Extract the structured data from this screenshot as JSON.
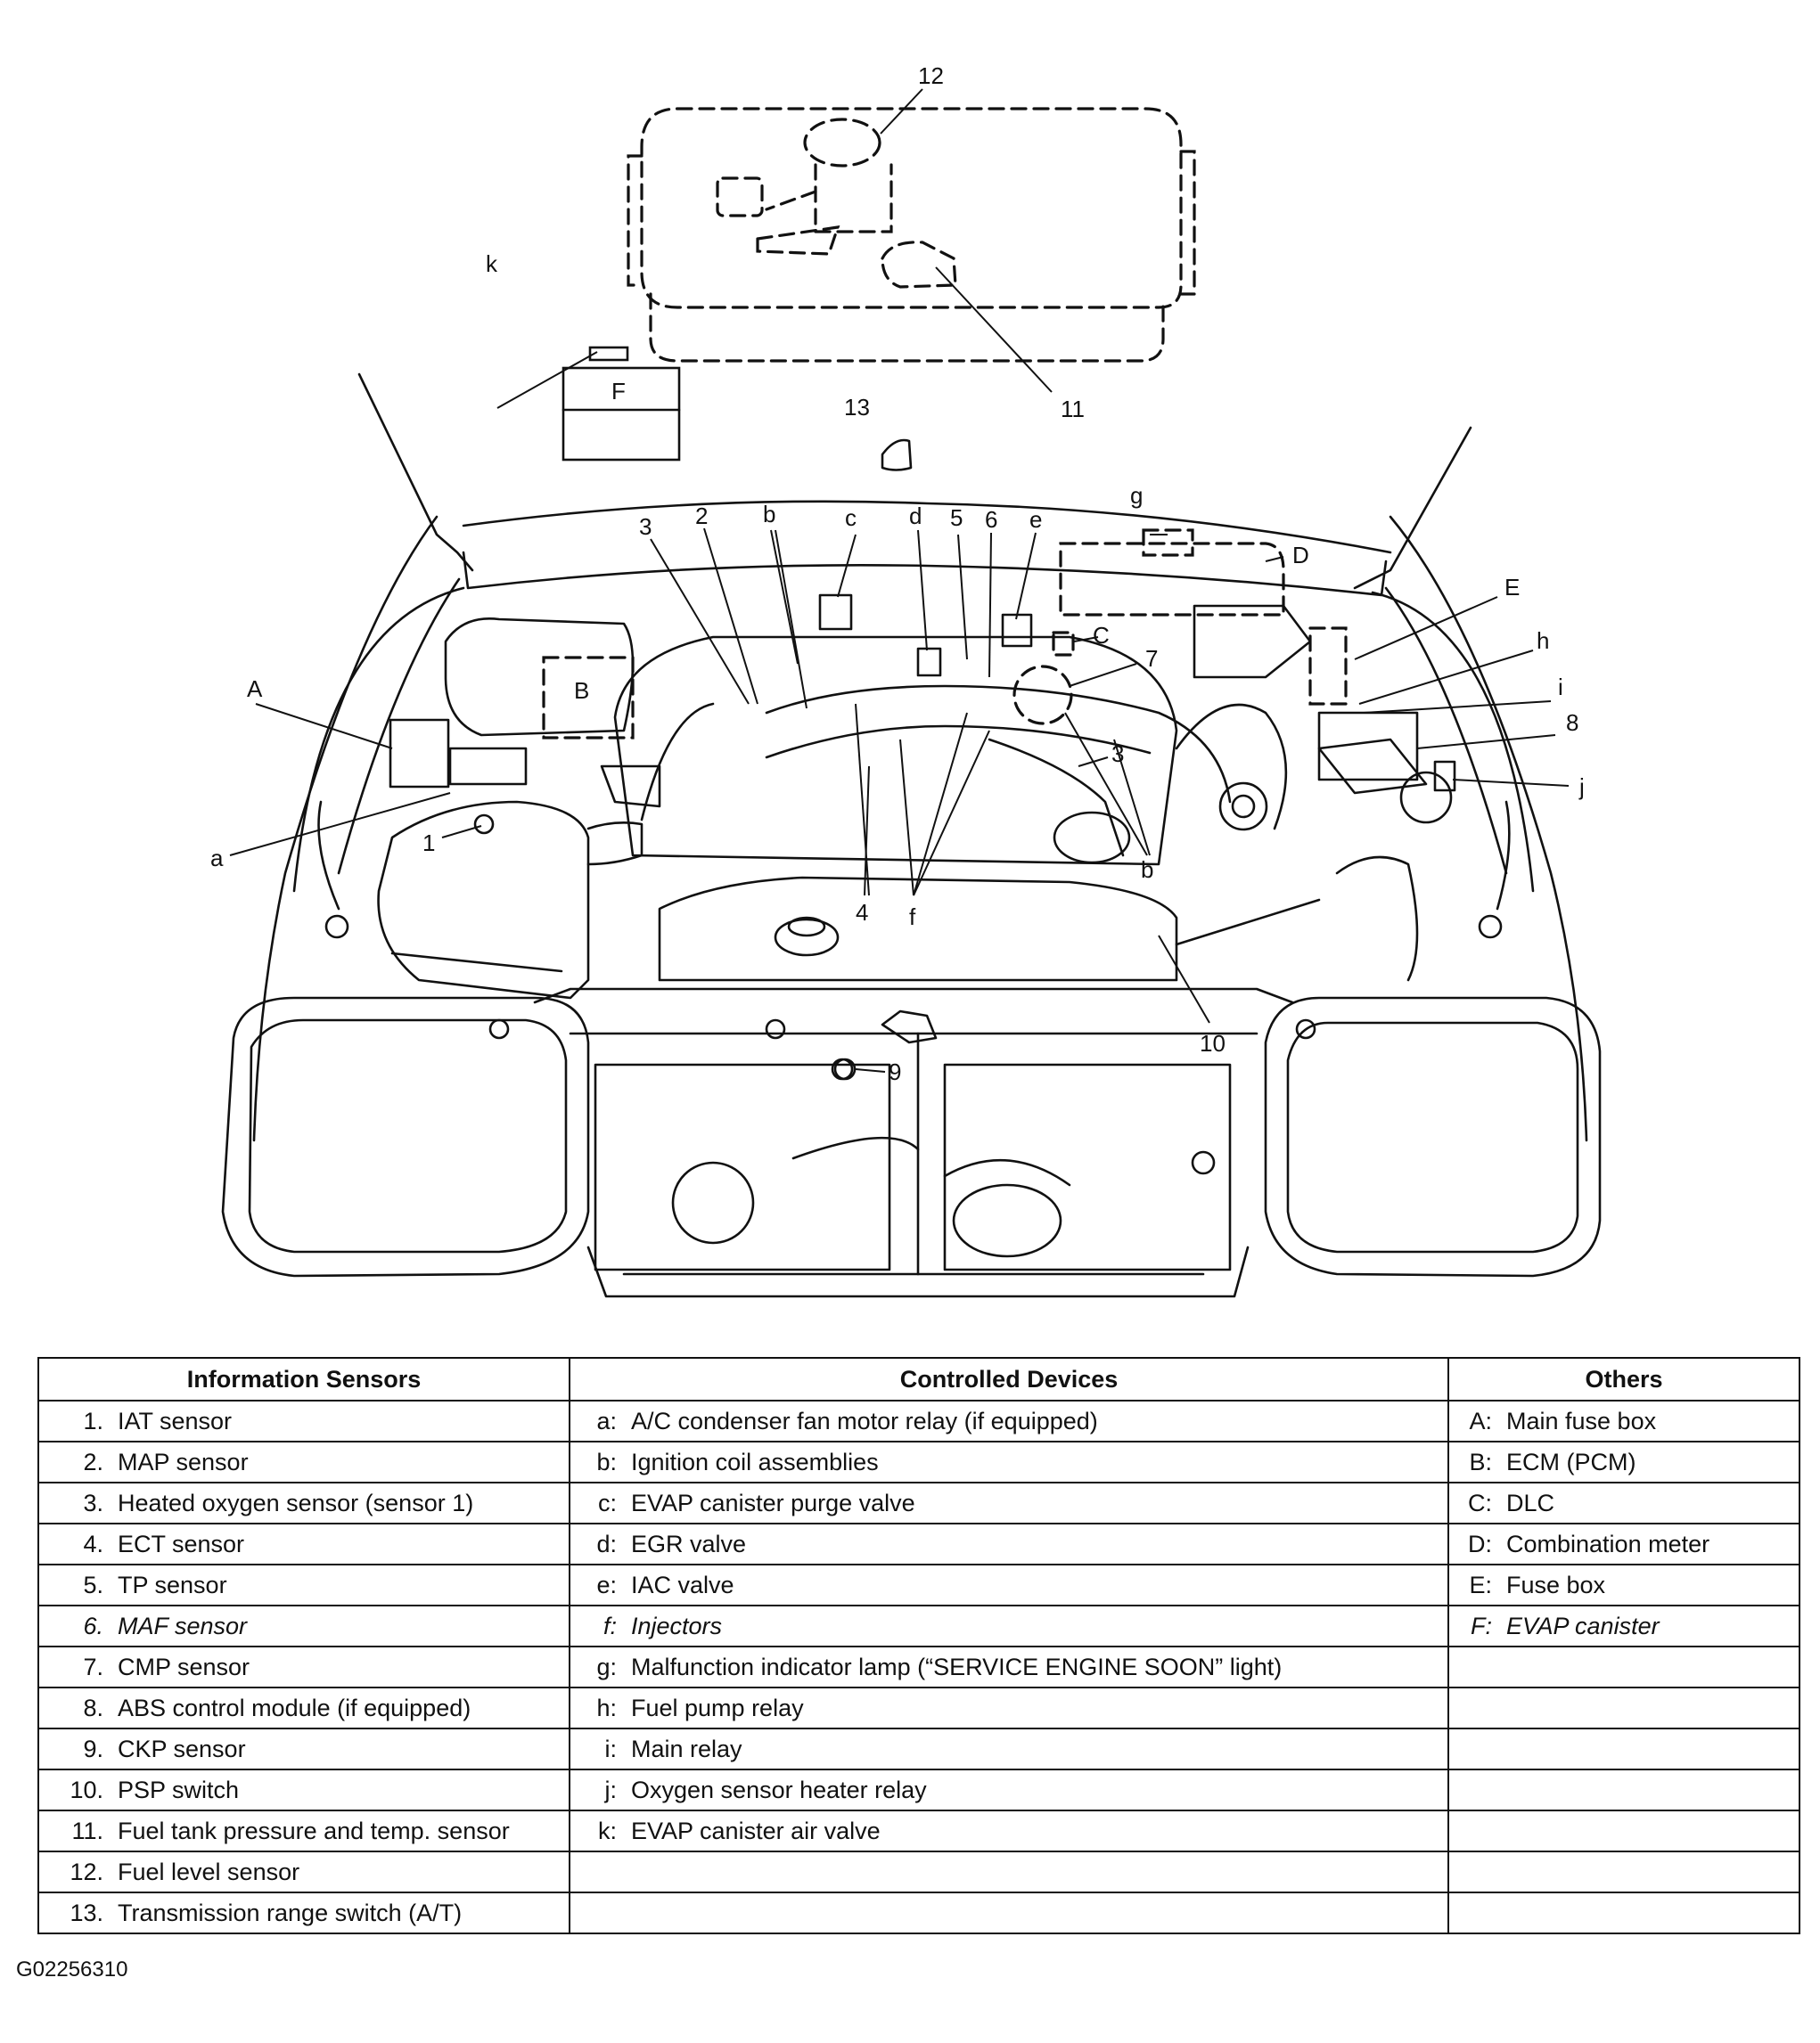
{
  "figure_id": "G02256310",
  "callouts": {
    "n1": "1",
    "n2": "2",
    "n3a": "3",
    "n3b": "3",
    "n4": "4",
    "n5": "5",
    "n6": "6",
    "n7": "7",
    "n8": "8",
    "n9": "9",
    "n10": "10",
    "n11": "11",
    "n12": "12",
    "n13": "13",
    "A": "A",
    "B": "B",
    "C": "C",
    "D": "D",
    "E": "E",
    "F": "F",
    "a": "a",
    "b1": "b",
    "b2": "b",
    "c": "c",
    "d": "d",
    "e": "e",
    "f": "f",
    "g": "g",
    "h": "h",
    "i": "i",
    "j": "j",
    "k": "k"
  },
  "table": {
    "headers": [
      "Information Sensors",
      "Controlled Devices",
      "Others"
    ],
    "rows": [
      [
        {
          "k": "1.",
          "t": "IAT sensor"
        },
        {
          "k": "a:",
          "t": "A/C condenser fan motor relay (if equipped)"
        },
        {
          "k": "A:",
          "t": "Main fuse box"
        }
      ],
      [
        {
          "k": "2.",
          "t": "MAP sensor"
        },
        {
          "k": "b:",
          "t": "Ignition coil assemblies"
        },
        {
          "k": "B:",
          "t": "ECM (PCM)"
        }
      ],
      [
        {
          "k": "3.",
          "t": "Heated oxygen sensor (sensor 1)"
        },
        {
          "k": "c:",
          "t": "EVAP canister purge valve"
        },
        {
          "k": "C:",
          "t": "DLC"
        }
      ],
      [
        {
          "k": "4.",
          "t": "ECT sensor"
        },
        {
          "k": "d:",
          "t": "EGR valve"
        },
        {
          "k": "D:",
          "t": "Combination meter"
        }
      ],
      [
        {
          "k": "5.",
          "t": "TP sensor"
        },
        {
          "k": "e:",
          "t": "IAC valve"
        },
        {
          "k": "E:",
          "t": "Fuse box"
        }
      ],
      [
        {
          "k": "6.",
          "t": "MAF sensor"
        },
        {
          "k": "f:",
          "t": "Injectors"
        },
        {
          "k": "F:",
          "t": "EVAP canister"
        }
      ],
      [
        {
          "k": "7.",
          "t": "CMP sensor"
        },
        {
          "k": "g:",
          "t": "Malfunction indicator lamp (“SERVICE ENGINE SOON” light)"
        },
        {
          "k": "",
          "t": ""
        }
      ],
      [
        {
          "k": "8.",
          "t": "ABS control module (if equipped)"
        },
        {
          "k": "h:",
          "t": "Fuel pump relay"
        },
        {
          "k": "",
          "t": ""
        }
      ],
      [
        {
          "k": "9.",
          "t": "CKP sensor"
        },
        {
          "k": "i:",
          "t": "Main relay"
        },
        {
          "k": "",
          "t": ""
        }
      ],
      [
        {
          "k": "10.",
          "t": "PSP switch"
        },
        {
          "k": "j:",
          "t": "Oxygen sensor heater relay"
        },
        {
          "k": "",
          "t": ""
        }
      ],
      [
        {
          "k": "11.",
          "t": "Fuel tank pressure and temp. sensor"
        },
        {
          "k": "k:",
          "t": "EVAP canister air valve"
        },
        {
          "k": "",
          "t": ""
        }
      ],
      [
        {
          "k": "12.",
          "t": "Fuel level sensor"
        },
        {
          "k": "",
          "t": ""
        },
        {
          "k": "",
          "t": ""
        }
      ],
      [
        {
          "k": "13.",
          "t": "Transmission range switch (A/T)"
        },
        {
          "k": "",
          "t": ""
        },
        {
          "k": "",
          "t": ""
        }
      ]
    ]
  }
}
